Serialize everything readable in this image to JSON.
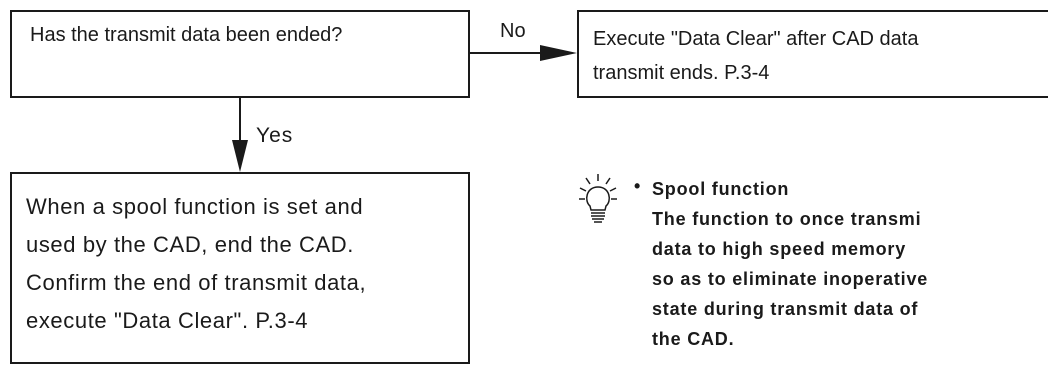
{
  "flowchart": {
    "question": "Has the transmit data been ended?",
    "no_label": "No",
    "yes_label": "Yes",
    "no_action_lines": [
      "Execute \"Data Clear\" after CAD data",
      "transmit ends. P.3-4"
    ],
    "yes_action_lines": [
      "When a spool function is set and",
      "used by the CAD, end the CAD.",
      "Confirm the end of transmit data,",
      "execute \"Data Clear\". P.3-4"
    ]
  },
  "note": {
    "icon": "lightbulb-icon",
    "bullet": "•",
    "title": "Spool function",
    "lines": [
      "The function to once transmi",
      "data to high speed memory",
      "so as to eliminate inoperative",
      "state during transmit data of",
      "the CAD."
    ]
  }
}
